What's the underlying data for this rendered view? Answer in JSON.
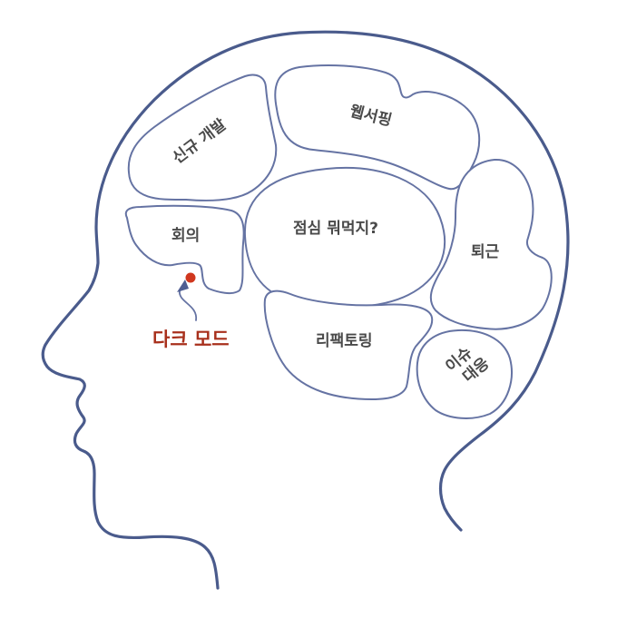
{
  "diagram": {
    "title": "",
    "subject": "head-profile-brain-map",
    "colors": {
      "head_outline": "#4a5b8c",
      "region_outline": "#6573a3",
      "label_text": "#4a4a4a",
      "highlight_text": "#a8301c",
      "highlight_dot": "#d0371e"
    },
    "regions": [
      {
        "id": "new-development",
        "label": "신규 개발"
      },
      {
        "id": "web-surfing",
        "label": "웹서핑"
      },
      {
        "id": "meeting",
        "label": "회의"
      },
      {
        "id": "lunch",
        "label": "점심 뭐먹지?"
      },
      {
        "id": "leave-work",
        "label": "퇴근"
      },
      {
        "id": "refactoring",
        "label": "리팩토링"
      },
      {
        "id": "issue-response",
        "label_line1": "이슈",
        "label_line2": "대응"
      }
    ],
    "annotation": {
      "label": "다크 모드",
      "pointer": "arrow-to-dot"
    }
  }
}
